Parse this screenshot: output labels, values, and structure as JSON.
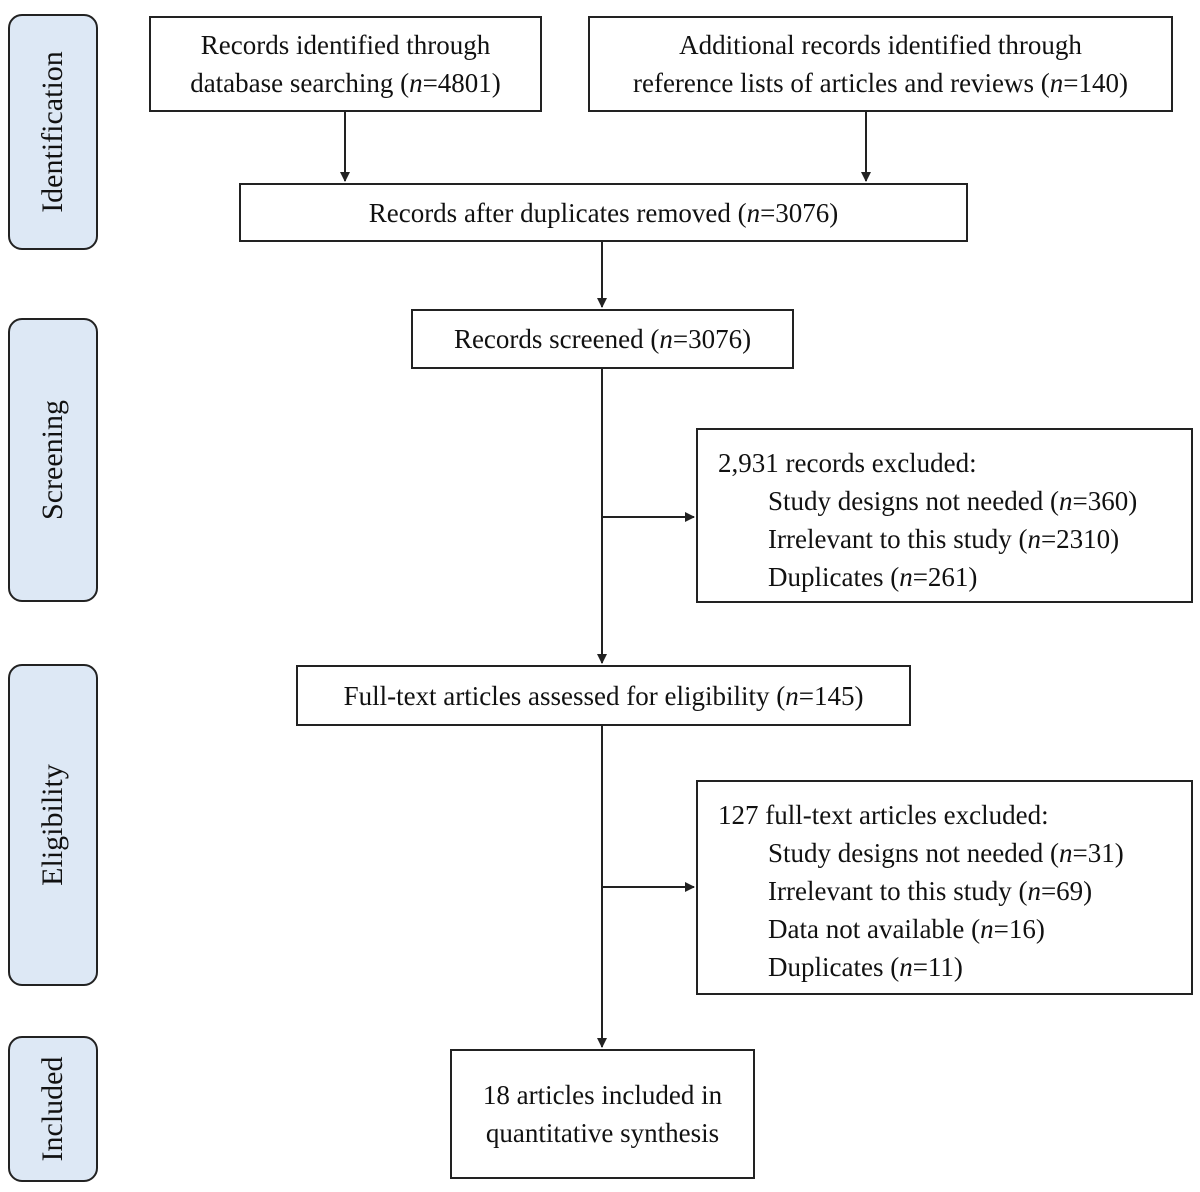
{
  "stages": [
    {
      "id": "identification",
      "label": "Identification"
    },
    {
      "id": "screening",
      "label": "Screening"
    },
    {
      "id": "eligibility",
      "label": "Eligibility"
    },
    {
      "id": "included",
      "label": "Included"
    }
  ],
  "boxes": {
    "database": {
      "line1": "Records identified through",
      "line2_text": "database searching (",
      "n_label": "n",
      "n_value": "=4801)"
    },
    "additional": {
      "line1": "Additional records identified through",
      "line2_text": "reference lists of articles and reviews (",
      "n_label": "n",
      "n_value": "=140)"
    },
    "duplicates_removed": {
      "text": "Records after duplicates removed (",
      "n_label": "n",
      "n_value": "=3076)"
    },
    "screened": {
      "text": "Records screened (",
      "n_label": "n",
      "n_value": "=3076)"
    },
    "excluded_records": {
      "heading": "2,931 records excluded:",
      "items": [
        {
          "text": "Study designs not needed (",
          "n_label": "n",
          "n_value": "=360)"
        },
        {
          "text": "Irrelevant to this study (",
          "n_label": "n",
          "n_value": "=2310)"
        },
        {
          "text": "Duplicates (",
          "n_label": "n",
          "n_value": "=261)"
        }
      ]
    },
    "fulltext": {
      "text": "Full-text articles assessed for eligibility (",
      "n_label": "n",
      "n_value": "=145)"
    },
    "excluded_fulltext": {
      "heading": "127 full-text articles excluded:",
      "items": [
        {
          "text": "Study designs not needed (",
          "n_label": "n",
          "n_value": "=31)"
        },
        {
          "text": "Irrelevant to this study (",
          "n_label": "n",
          "n_value": "=69)"
        },
        {
          "text": "Data not available (",
          "n_label": "n",
          "n_value": "=16)"
        },
        {
          "text": "Duplicates (",
          "n_label": "n",
          "n_value": "=11)"
        }
      ]
    },
    "included": {
      "line1": "18 articles included in",
      "line2": "quantitative synthesis"
    }
  },
  "colors": {
    "stage_fill": "#dde8f5",
    "stroke": "#222222"
  }
}
